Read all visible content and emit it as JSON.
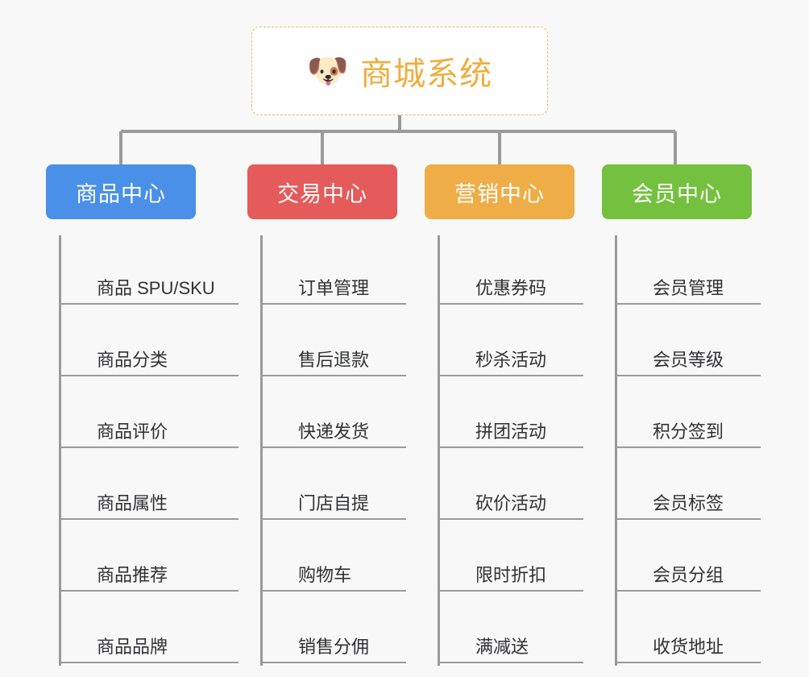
{
  "diagram": {
    "type": "mindmap",
    "background_color": "#f8f8f8",
    "root": {
      "icon": "shiba-dog-face-icon",
      "emoji": "🐶",
      "title": "商城系统",
      "text_color": "#f0ad3e",
      "border_color": "#e8b960",
      "background_color": "#ffffff"
    },
    "connector_color": "#9a9a9a",
    "branches": [
      {
        "label": "商品中心",
        "color": "#4a90e8",
        "items": [
          "商品 SPU/SKU",
          "商品分类",
          "商品评价",
          "商品属性",
          "商品推荐",
          "商品品牌"
        ]
      },
      {
        "label": "交易中心",
        "color": "#e55b5b",
        "items": [
          "订单管理",
          "售后退款",
          "快递发货",
          "门店自提",
          "购物车",
          "销售分佣"
        ]
      },
      {
        "label": "营销中心",
        "color": "#eead46",
        "items": [
          "优惠券码",
          "秒杀活动",
          "拼团活动",
          "砍价活动",
          "限时折扣",
          "满减送"
        ]
      },
      {
        "label": "会员中心",
        "color": "#74c03f",
        "items": [
          "会员管理",
          "会员等级",
          "积分签到",
          "会员标签",
          "会员分组",
          "收货地址"
        ]
      }
    ]
  }
}
